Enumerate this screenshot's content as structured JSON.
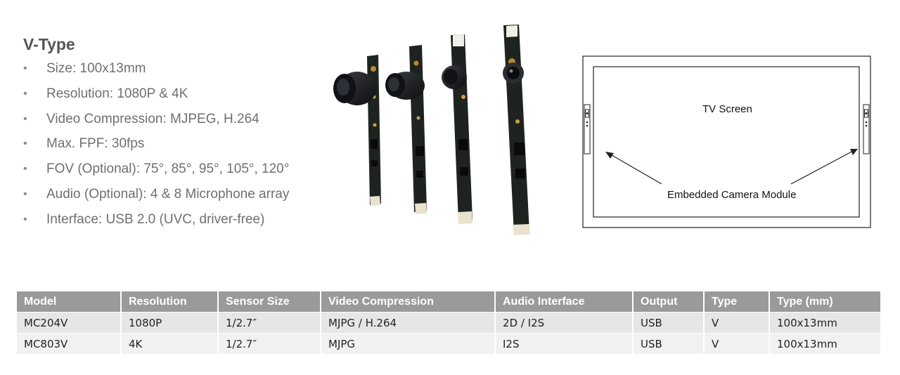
{
  "spec": {
    "title": "V-Type",
    "bullet": "•",
    "items": [
      "Size: 100x13mm",
      "Resolution: 1080P & 4K",
      "Video Compression: MJPEG, H.264",
      "Max. FPF: 30fps",
      "FOV (Optional): 75°, 85°, 95°, 105°, 120°",
      "Audio (Optional): 4 & 8 Microphone array",
      "Interface: USB 2.0 (UVC, driver-free)"
    ]
  },
  "diagram": {
    "screen_label": "TV Screen",
    "module_label": "Embedded Camera Module"
  },
  "table": {
    "headers": [
      "Model",
      "Resolution",
      "Sensor Size",
      "Video Compression",
      "Audio Interface",
      "Output",
      "Type",
      "Type (mm)"
    ],
    "rows": [
      [
        "MC204V",
        "1080P",
        "1/2.7″",
        "MJPG / H.264",
        "2D / I2S",
        "USB",
        "V",
        "100x13mm"
      ],
      [
        "MC803V",
        "4K",
        "1/2.7″",
        "MJPG",
        "I2S",
        "USB",
        "V",
        "100x13mm"
      ]
    ]
  },
  "colors": {
    "header_bg": "#9a9a9a",
    "row_bg_1": "#e6e6e6",
    "row_bg_2": "#f1f1f1",
    "pcb": "#1e2320"
  }
}
